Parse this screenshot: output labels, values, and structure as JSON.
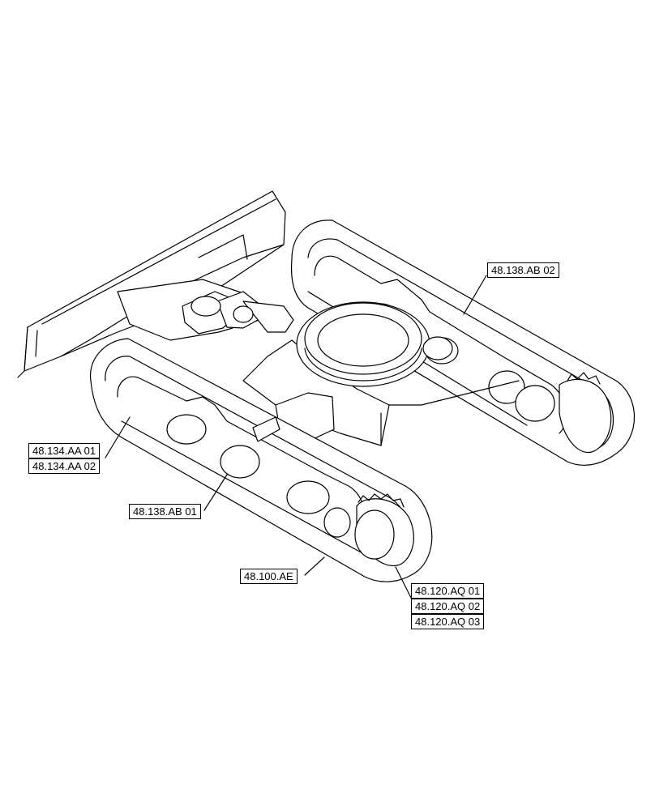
{
  "callouts": {
    "c_48_138_ab_02": "48.138.AB 02",
    "c_48_134_aa_01": "48.134.AA 01",
    "c_48_134_aa_02": "48.134.AA 02",
    "c_48_138_ab_01": "48.138.AB 01",
    "c_48_100_ae": "48.100.AE",
    "c_48_120_aq_01": "48.120.AQ 01",
    "c_48_120_aq_02": "48.120.AQ 02",
    "c_48_120_aq_03": "48.120.AQ 03"
  }
}
